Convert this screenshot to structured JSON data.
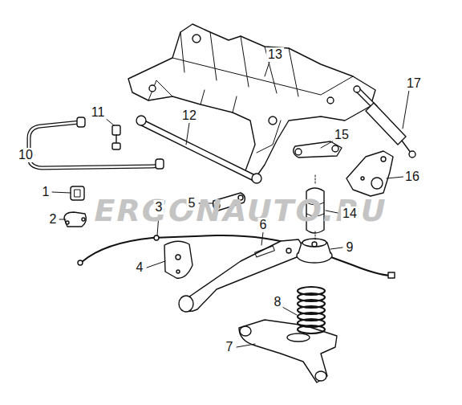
{
  "diagram": {
    "labels": [
      "1",
      "2",
      "3",
      "4",
      "5",
      "6",
      "7",
      "8",
      "9",
      "10",
      "11",
      "12",
      "13",
      "14",
      "15",
      "16",
      "17",
      "ERGONAUTO.RU"
    ]
  }
}
